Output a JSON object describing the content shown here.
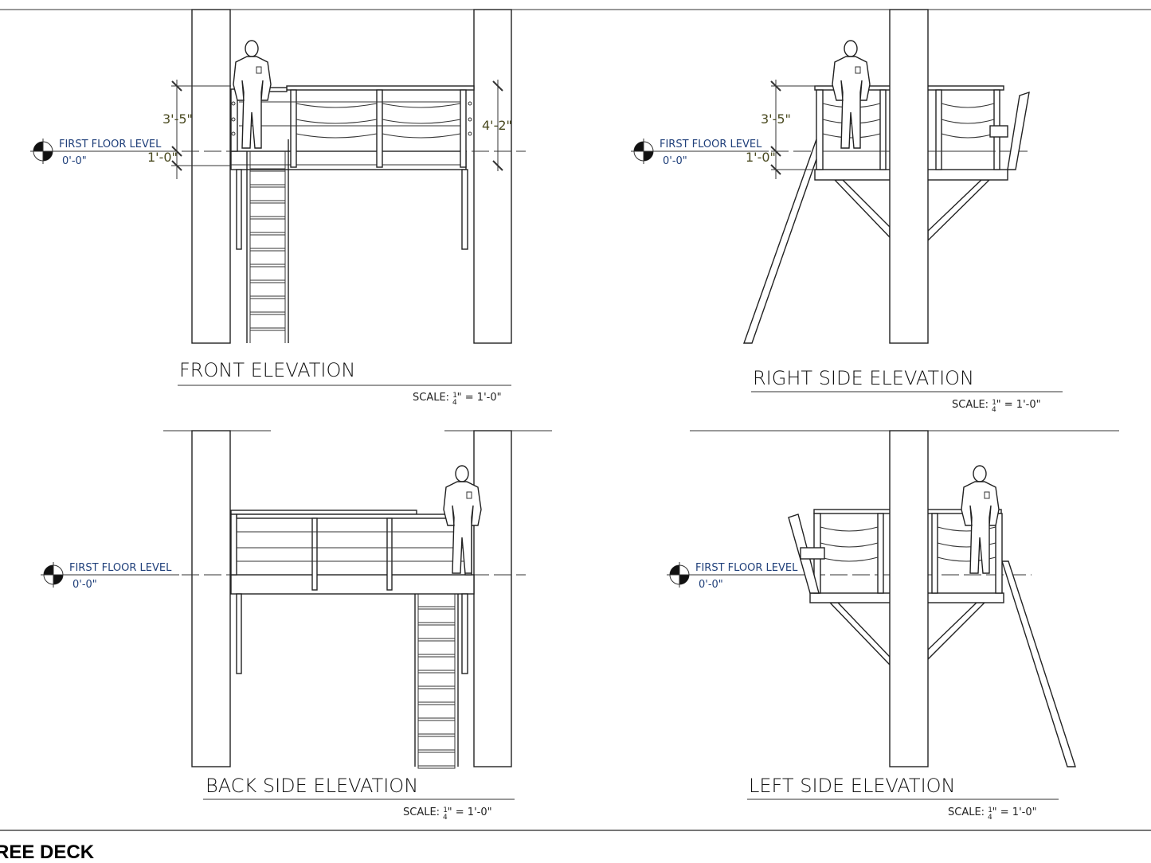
{
  "sheet_title": "REE DECK",
  "level_marker": {
    "label": "FIRST FLOOR LEVEL",
    "elevation": "0'-0\""
  },
  "dimensions": {
    "railing_height": "3'-5\"",
    "deck_depth": "1'-0\"",
    "overall_height": "4'-2\""
  },
  "scale": {
    "prefix": "SCALE:",
    "num": "1",
    "den": "4",
    "suffix": "\" =  1'-0\""
  },
  "views": [
    {
      "title": "FRONT ELEVATION"
    },
    {
      "title": "RIGHT SIDE ELEVATION"
    },
    {
      "title": "BACK SIDE ELEVATION"
    },
    {
      "title": "LEFT SIDE ELEVATION"
    }
  ]
}
